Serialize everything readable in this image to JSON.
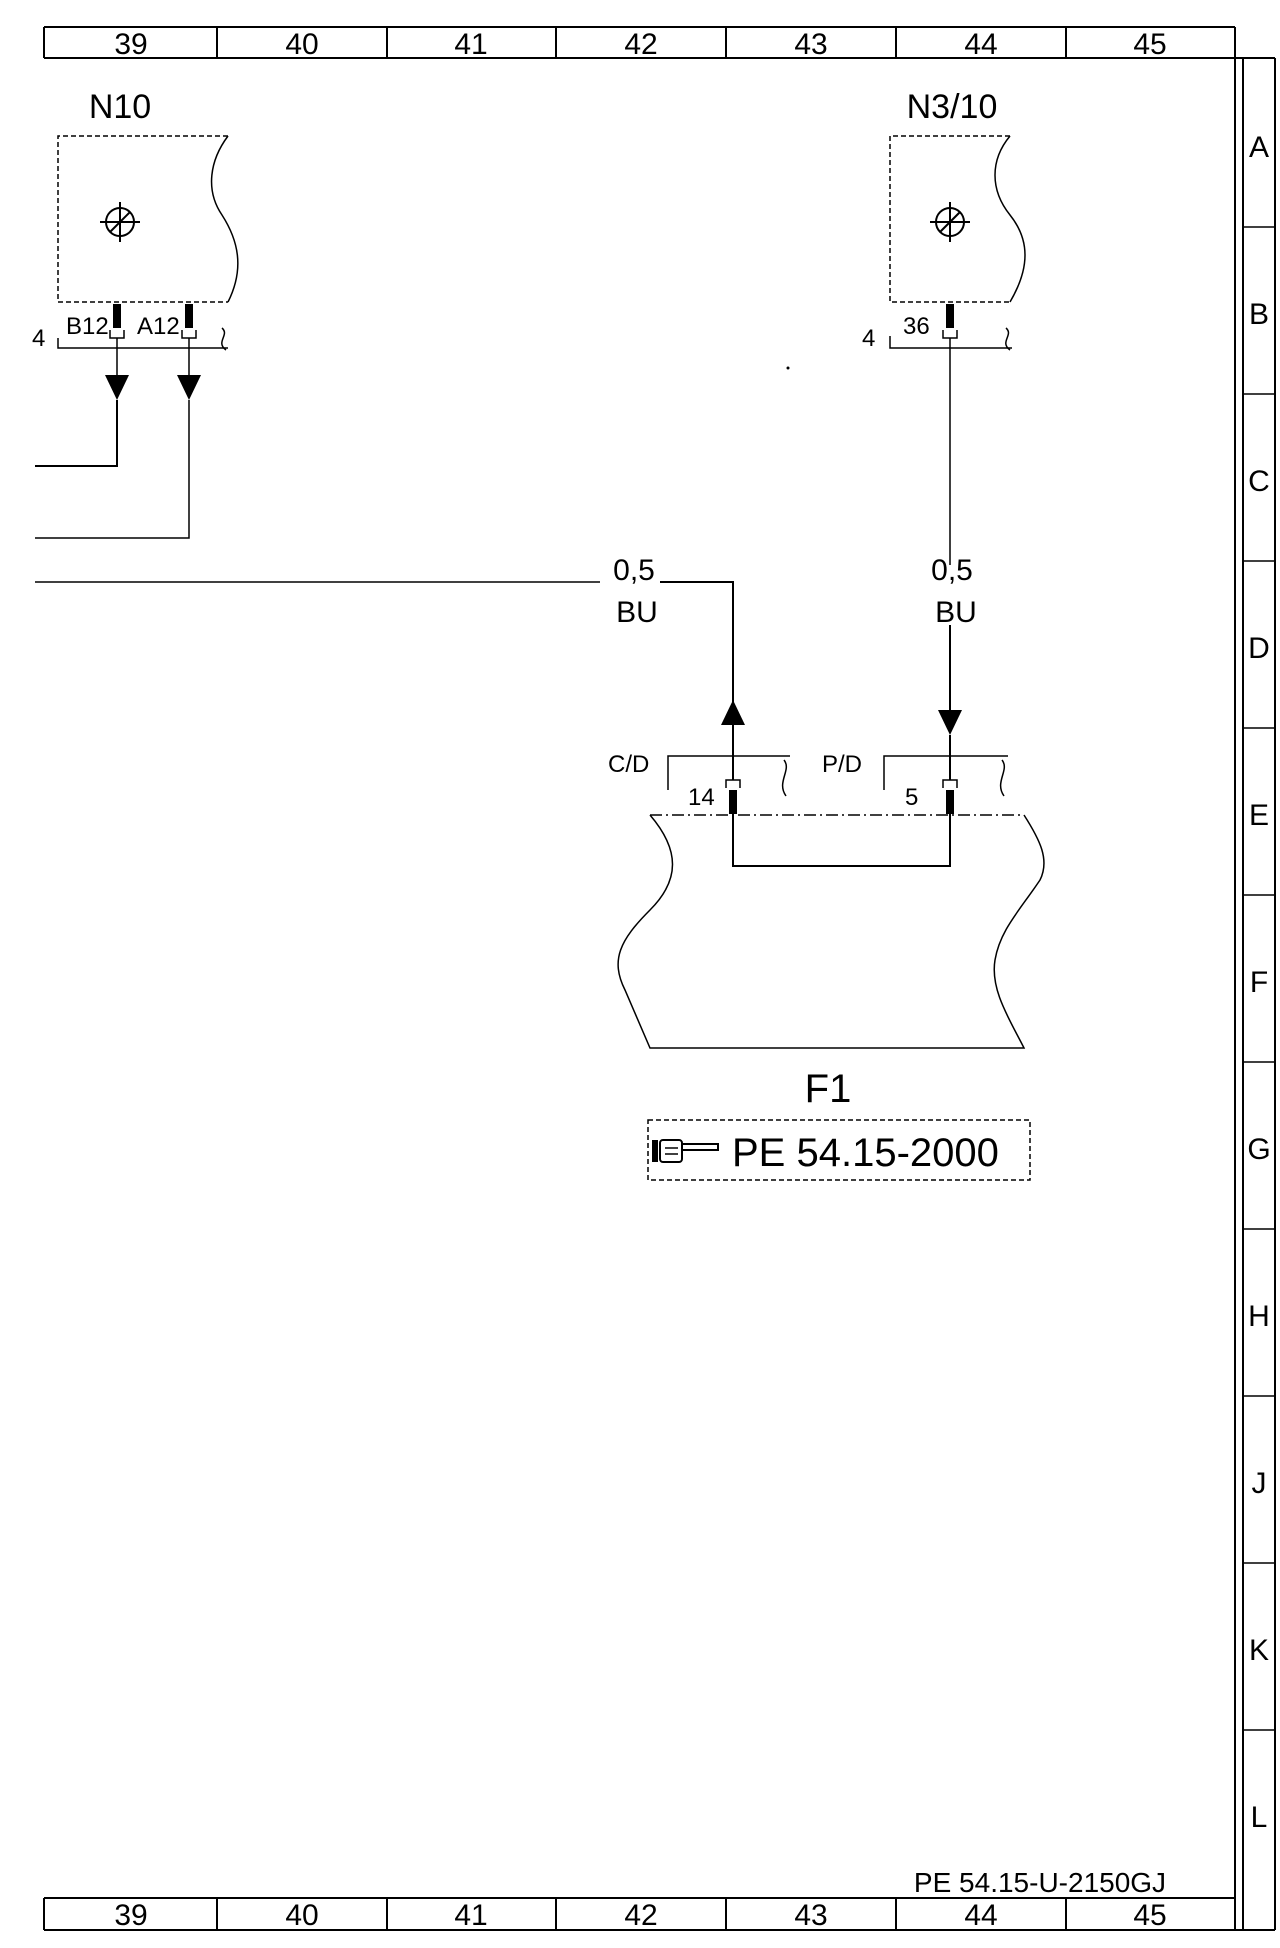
{
  "grid": {
    "columns": [
      "39",
      "40",
      "41",
      "42",
      "43",
      "44",
      "45"
    ],
    "rows": [
      "A",
      "B",
      "C",
      "D",
      "E",
      "F",
      "G",
      "H",
      "J",
      "K",
      "L"
    ]
  },
  "components": {
    "n10": {
      "label": "N10",
      "connector_number": "4",
      "pins": [
        "B12",
        "A12"
      ]
    },
    "n3_10": {
      "label": "N3/10",
      "connector_number": "4",
      "pin": "36"
    },
    "f1": {
      "label": "F1",
      "connector_cd": {
        "label": "C/D",
        "pin": "14"
      },
      "connector_pd": {
        "label": "P/D",
        "pin": "5"
      }
    }
  },
  "wires": {
    "left_wire": {
      "size": "0,5",
      "color": "BU"
    },
    "right_wire": {
      "size": "0,5",
      "color": "BU"
    }
  },
  "reference": {
    "text": "PE  54.15-2000",
    "icon": "pointing-hand-icon"
  },
  "document_code": "PE  54.15-U-2150GJ"
}
